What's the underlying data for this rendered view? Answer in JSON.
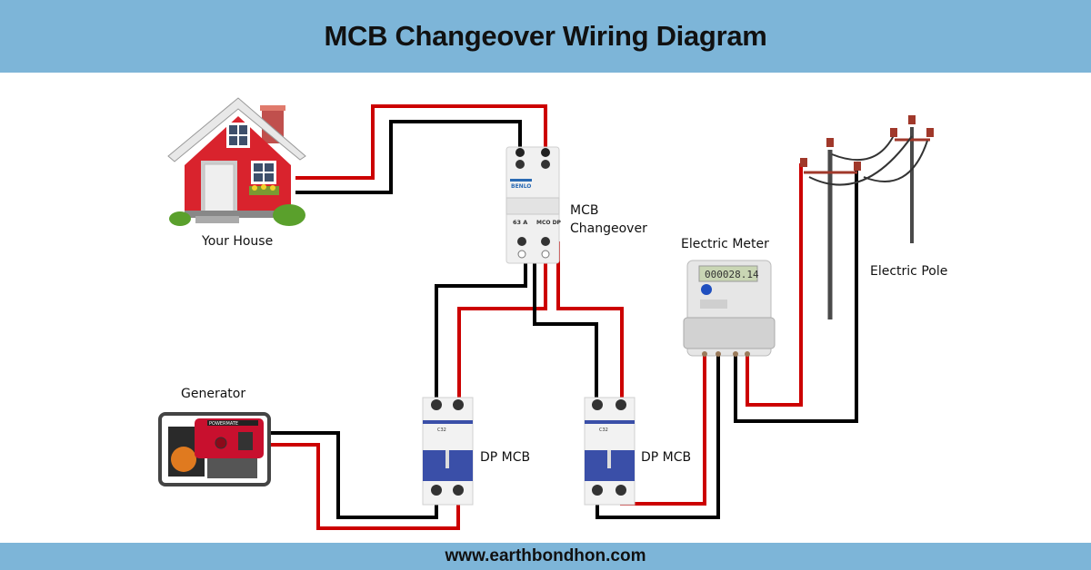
{
  "header": {
    "title": "MCB Changeover Wiring Diagram"
  },
  "footer": {
    "website": "www.earthbondhon.com"
  },
  "components": {
    "house": {
      "label": "Your House"
    },
    "changeover": {
      "label_line1": "MCB",
      "label_line2": "Changeover",
      "brand": "BENLO",
      "rating": "63 A",
      "model": "MCO DP"
    },
    "meter": {
      "label": "Electric Meter",
      "reading": "000028.14"
    },
    "pole": {
      "label": "Electric Pole"
    },
    "generator": {
      "label": "Generator",
      "brand": "POWERMATE"
    },
    "mcb_left": {
      "label": "DP MCB",
      "rating": "C32"
    },
    "mcb_right": {
      "label": "DP MCB",
      "rating": "C32"
    }
  },
  "colors": {
    "banner": "#7db5d8",
    "live_wire": "#cc0000",
    "neutral_wire": "#000000",
    "house_wall": "#d9232d",
    "mcb_blue": "#3a4fa8"
  }
}
